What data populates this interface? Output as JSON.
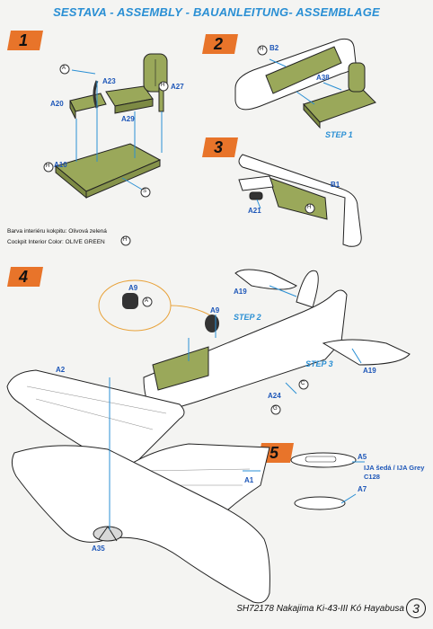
{
  "header": {
    "title": "SESTAVA -  ASSEMBLY - BAUANLEITUNG- ASSEMBLAGE"
  },
  "steps": [
    {
      "number": "1"
    },
    {
      "number": "2"
    },
    {
      "number": "3"
    },
    {
      "number": "4"
    },
    {
      "number": "5"
    }
  ],
  "step1": {
    "parts": {
      "a23": "A23",
      "a20": "A20",
      "a29": "A29",
      "a27": "A27",
      "a10": "A10"
    },
    "note_cz": "Barva interiéru kokpitu: Olivová zelená",
    "note_en": "Cockpit Interior Color: OLIVE GREEN"
  },
  "step2": {
    "parts": {
      "b2": "B2",
      "a38": "A38"
    },
    "ref_label": "STEP 1"
  },
  "step3": {
    "parts": {
      "b1": "B1",
      "a21": "A21"
    }
  },
  "step4": {
    "parts": {
      "a9_detail": "A9",
      "a9": "A9",
      "a19_top": "A19",
      "a19_right": "A19",
      "a2": "A2",
      "a24": "A24",
      "a1": "A1",
      "a35": "A35"
    },
    "ref_step2": "STEP 2",
    "ref_step3": "STEP 3"
  },
  "step5": {
    "parts": {
      "a5": "A5",
      "a7": "A7"
    },
    "color_line1": "IJA šedá / IJA Grey",
    "color_line2": "C128"
  },
  "symbols": {
    "a": "A",
    "h": "H",
    "s": "S",
    "c": "C",
    "g": "G"
  },
  "footer": {
    "caption": "SH72178 Nakajima Ki-43-III Kó Hayabusa",
    "page": "3"
  },
  "colors": {
    "accent": "#2a8fd4",
    "badge": "#e8742a",
    "olive": "#9aa85a",
    "label": "#1d56b8"
  }
}
